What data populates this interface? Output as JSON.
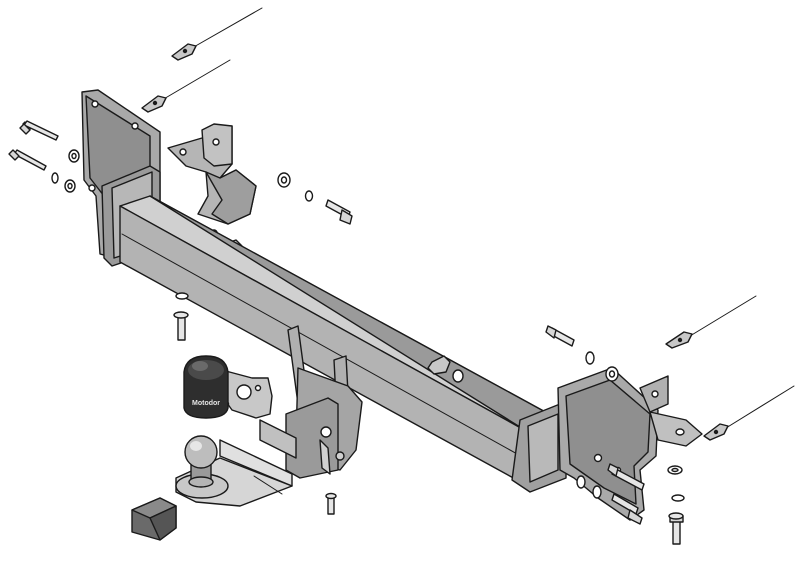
{
  "diagram": {
    "kind": "exploded-assembly",
    "parts": [
      "cable-tie-top-1",
      "cable-tie-top-2",
      "bolt-left-1",
      "bolt-left-2",
      "washer-left-set",
      "left-mounting-bracket",
      "center-bracket",
      "nut-center",
      "bolt-center-right",
      "main-crossbar",
      "bolt-vertical-left",
      "ball-cover-cap",
      "electrical-socket-plate",
      "drop-plate-with-pin",
      "tow-ball",
      "ball-mount-bar",
      "hitch-receiver-cap",
      "bolt-bottom-center",
      "bolt-right-top",
      "cable-tie-right-1",
      "cable-tie-right-2",
      "right-mounting-bracket",
      "bolt-right-lower",
      "washers-right-lower",
      "bolt-vertical-right"
    ],
    "cover_label": "Motodor",
    "colors": {
      "outline": "#1a1a1a",
      "face_light": "#c8c8c8",
      "face_mid": "#a9a9a9",
      "face_dark": "#8a8a8a",
      "face_top": "#d6d6d6",
      "cover_dark": "#2e2e2e",
      "bolt": "#e6e6e6",
      "background": "#ffffff"
    }
  }
}
